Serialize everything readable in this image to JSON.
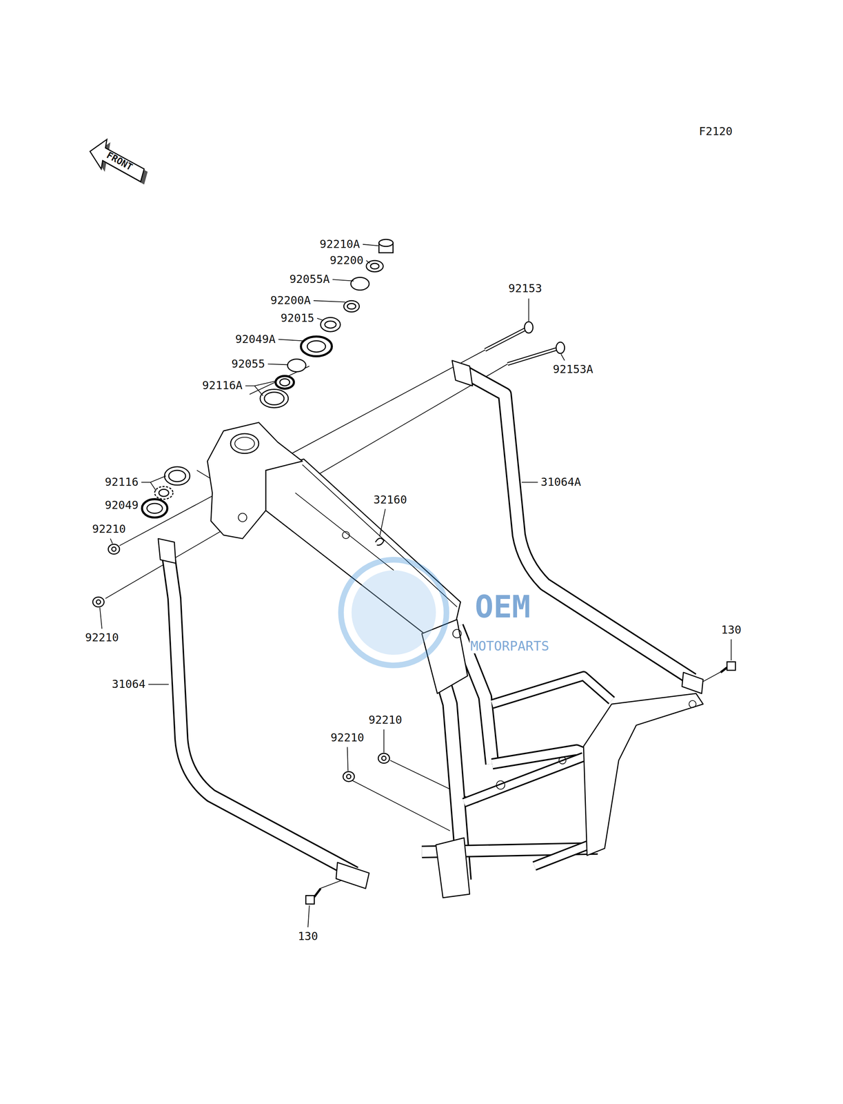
{
  "diagram": {
    "labels": [
      "F2120",
      "FRONT",
      "92210A",
      "92200",
      "92055A",
      "92200A",
      "92015",
      "92049A",
      "92055",
      "92116A",
      "92153",
      "92153A",
      "92116",
      "92049",
      "92210",
      "92210",
      "31064A",
      "32160",
      "130",
      "31064",
      "92210",
      "92210",
      "130",
      "OEM",
      "MOTORPARTS"
    ]
  }
}
